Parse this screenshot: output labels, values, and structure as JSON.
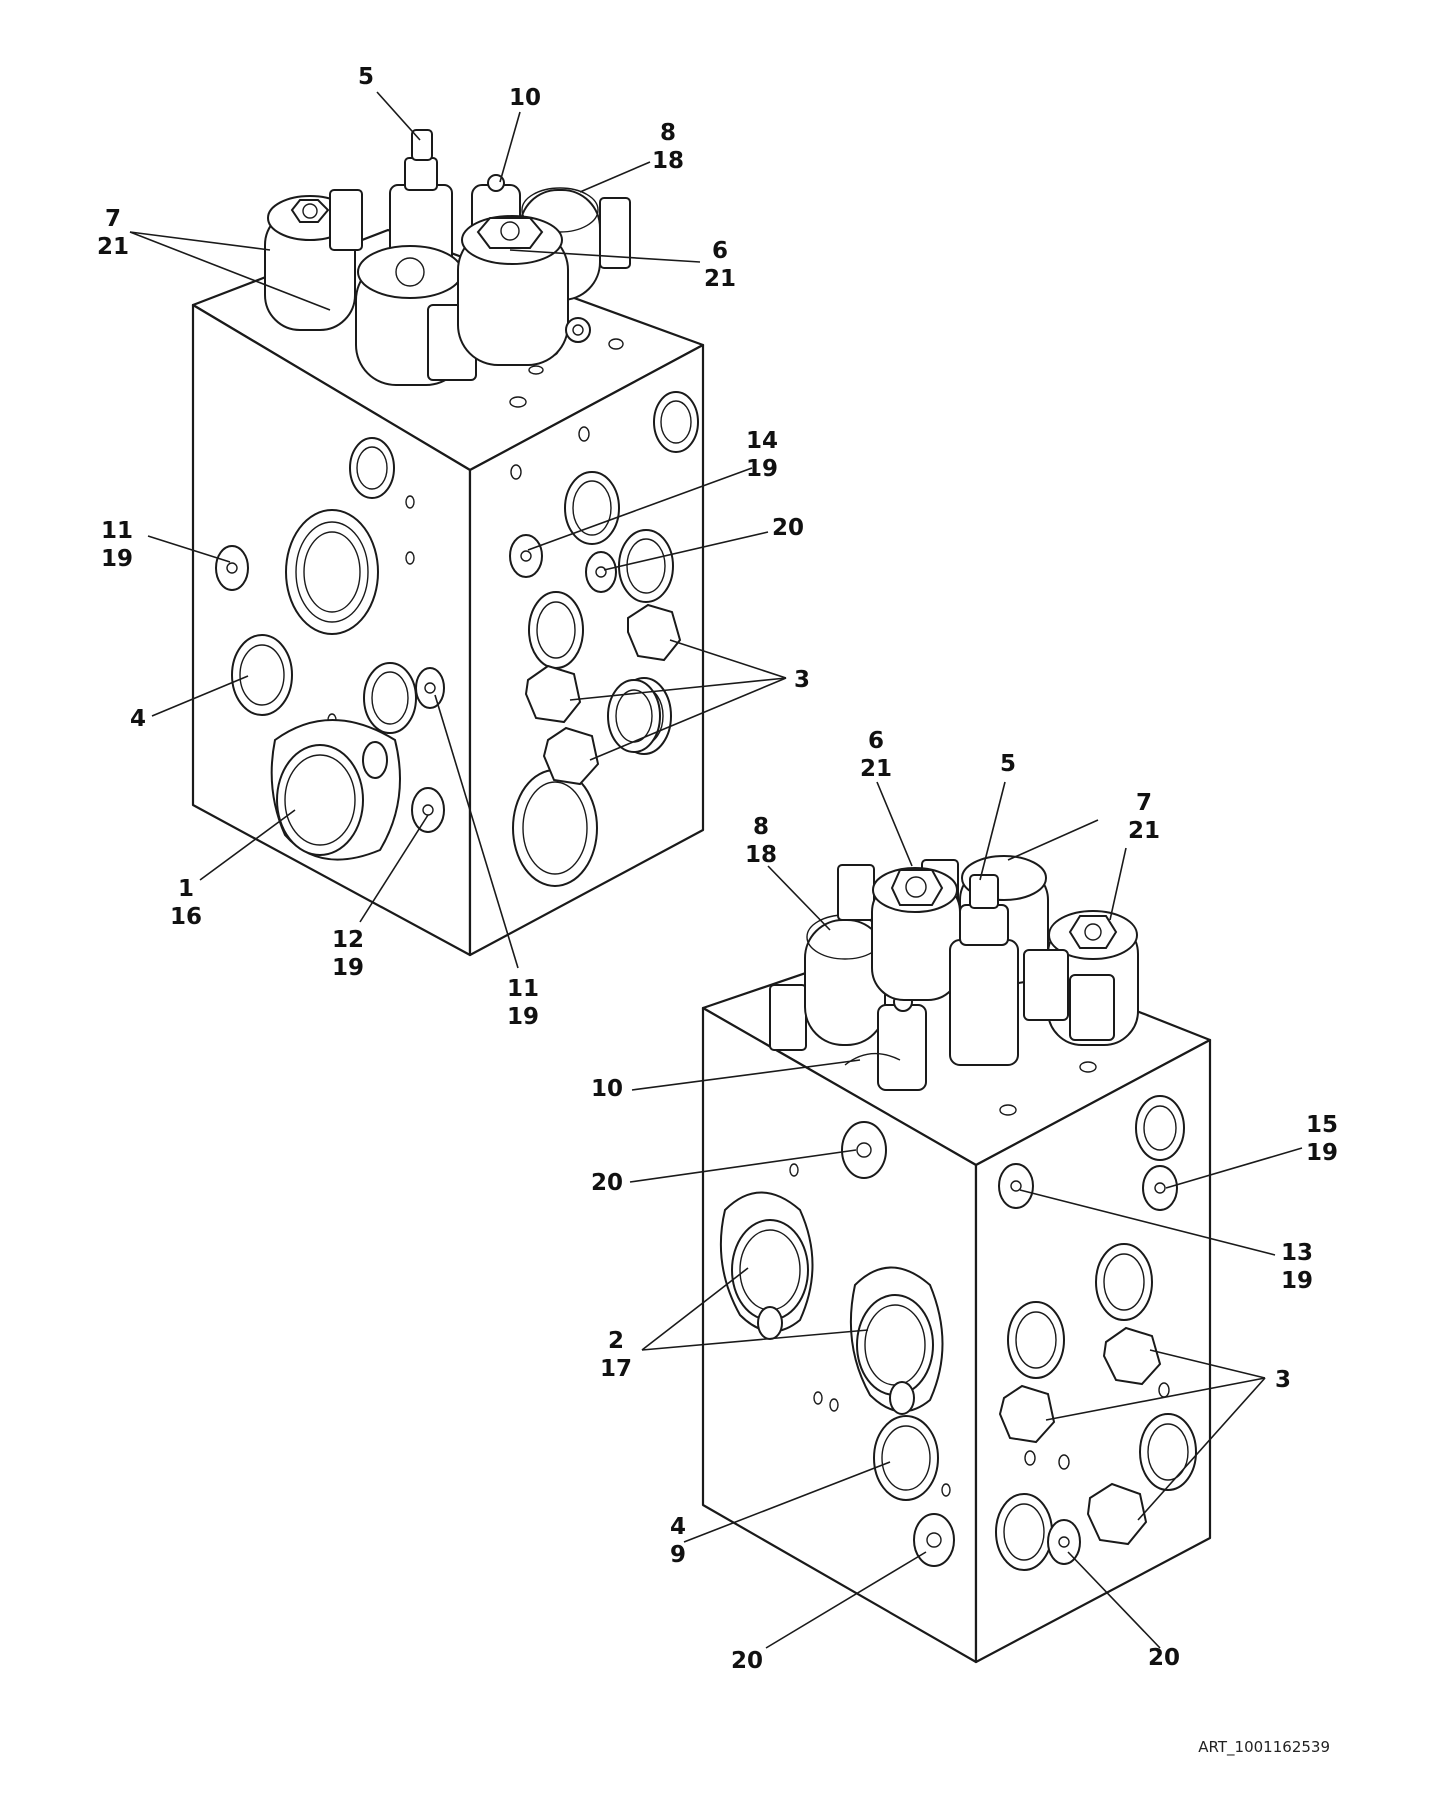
{
  "art_number": "ART_1001162539",
  "views": [
    {
      "name": "upper-view",
      "callouts": [
        {
          "id": "c5",
          "lines": [
            "5"
          ]
        },
        {
          "id": "c10",
          "lines": [
            "10"
          ]
        },
        {
          "id": "c8",
          "lines": [
            "8",
            "18"
          ]
        },
        {
          "id": "c7",
          "lines": [
            "7",
            "21"
          ]
        },
        {
          "id": "c6",
          "lines": [
            "6",
            "21"
          ]
        },
        {
          "id": "c14",
          "lines": [
            "14",
            "19"
          ]
        },
        {
          "id": "c11a",
          "lines": [
            "11",
            "19"
          ]
        },
        {
          "id": "c20",
          "lines": [
            "20"
          ]
        },
        {
          "id": "c3",
          "lines": [
            "3"
          ]
        },
        {
          "id": "c4",
          "lines": [
            "4"
          ]
        },
        {
          "id": "c1",
          "lines": [
            "1",
            "16"
          ]
        },
        {
          "id": "c12",
          "lines": [
            "12",
            "19"
          ]
        },
        {
          "id": "c11b",
          "lines": [
            "11",
            "19"
          ]
        }
      ]
    },
    {
      "name": "lower-view",
      "callouts": [
        {
          "id": "d6",
          "lines": [
            "6",
            "21"
          ]
        },
        {
          "id": "d5",
          "lines": [
            "5"
          ]
        },
        {
          "id": "d7",
          "lines": [
            "7",
            "21"
          ]
        },
        {
          "id": "d8",
          "lines": [
            "8",
            "18"
          ]
        },
        {
          "id": "d10",
          "lines": [
            "10"
          ]
        },
        {
          "id": "d20a",
          "lines": [
            "20"
          ]
        },
        {
          "id": "d15",
          "lines": [
            "15",
            "19"
          ]
        },
        {
          "id": "d13",
          "lines": [
            "13",
            "19"
          ]
        },
        {
          "id": "d2",
          "lines": [
            "2",
            "17"
          ]
        },
        {
          "id": "d3",
          "lines": [
            "3"
          ]
        },
        {
          "id": "d4",
          "lines": [
            "4",
            "9"
          ]
        },
        {
          "id": "d20b",
          "lines": [
            "20"
          ]
        },
        {
          "id": "d20c",
          "lines": [
            "20"
          ]
        }
      ]
    }
  ]
}
